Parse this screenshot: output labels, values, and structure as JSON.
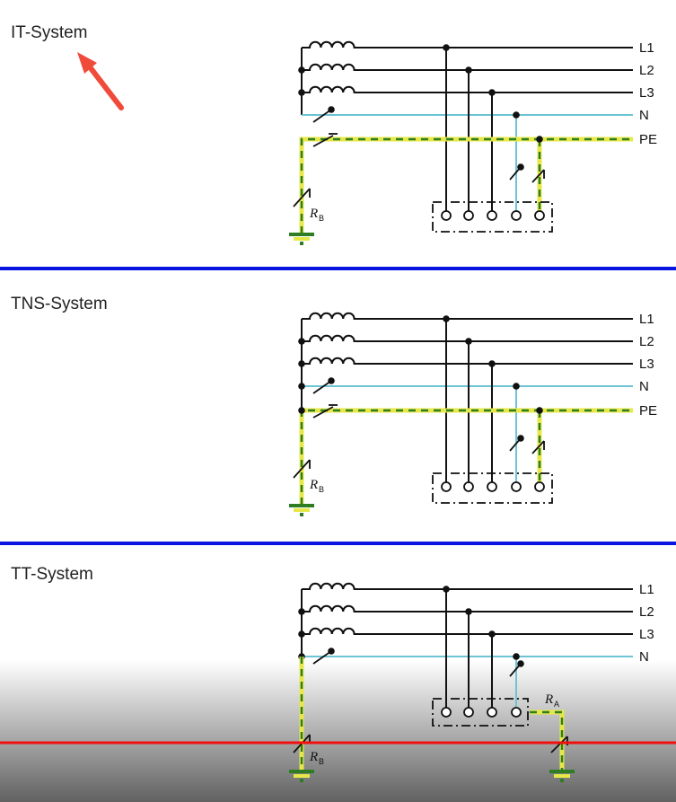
{
  "systems": [
    {
      "title": "IT-System",
      "conductors": [
        "L1",
        "L2",
        "L3",
        "N",
        "PE"
      ],
      "resistor_labels": [
        {
          "main": "R",
          "sub": "B"
        }
      ]
    },
    {
      "title": "TNS-System",
      "conductors": [
        "L1",
        "L2",
        "L3",
        "N",
        "PE"
      ],
      "resistor_labels": [
        {
          "main": "R",
          "sub": "B"
        }
      ]
    },
    {
      "title": "TT-System",
      "conductors": [
        "L1",
        "L2",
        "L3",
        "N"
      ],
      "resistor_labels": [
        {
          "main": "R",
          "sub": "B"
        },
        {
          "main": "R",
          "sub": "A"
        }
      ]
    }
  ],
  "colors": {
    "phase": "#111111",
    "neutral": "#6cc4d4",
    "pe_yellow": "#e6e84a",
    "pe_green": "#2f7d23",
    "divider_blue": "#0a14e0",
    "annotation_red": "#f01010",
    "arrow": "#f04a3a"
  }
}
